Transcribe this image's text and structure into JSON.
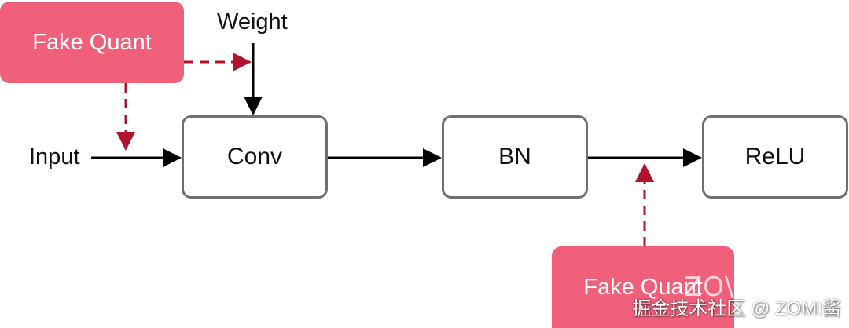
{
  "nodes": {
    "conv": "Conv",
    "bn": "BN",
    "relu": "ReLU"
  },
  "labels": {
    "input": "Input",
    "weight": "Weight"
  },
  "fake_quant": {
    "top": "Fake Quant",
    "bottom": "Fake Quant"
  },
  "watermark": {
    "text": "掘金技术社区 @ ZOMI酱",
    "logo": "ZOMI酱"
  },
  "colors": {
    "fake_quant_fill": "#f0607a",
    "dashed_arrow": "#b0142c",
    "solid_arrow": "#000000",
    "node_border": "#707070"
  }
}
